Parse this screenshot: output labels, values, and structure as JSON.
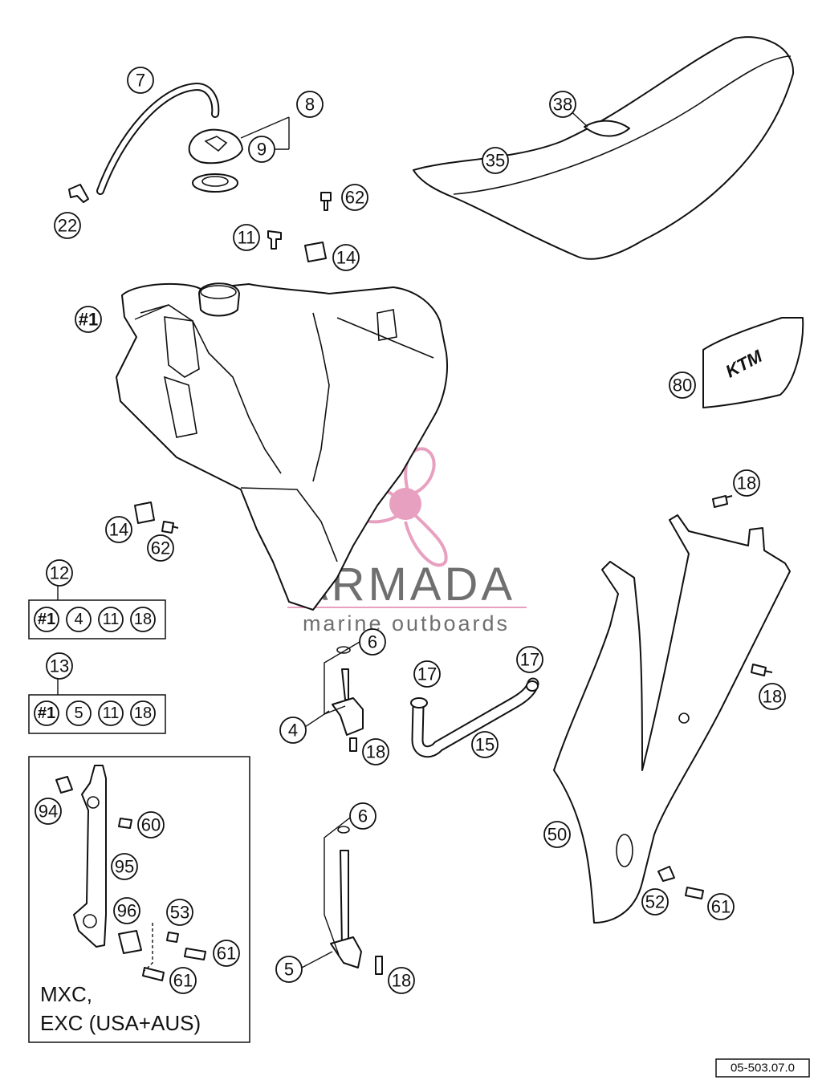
{
  "diagram_code": "05-503.07.0",
  "variant_note": [
    "MXC,",
    "EXC (USA+AUS)"
  ],
  "watermark": {
    "brand": "ARMADA",
    "tagline": "marine outboards",
    "color": "#e8a0c0"
  },
  "seat_logo": "KTM",
  "kits": [
    {
      "id": "12",
      "contents": [
        "#1",
        "4",
        "11",
        "18"
      ]
    },
    {
      "id": "13",
      "contents": [
        "#1",
        "5",
        "11",
        "18"
      ]
    }
  ],
  "callouts": {
    "c7": "7",
    "c8": "8",
    "c9": "9",
    "c22": "22",
    "c38": "38",
    "c35": "35",
    "c62a": "62",
    "c11": "11",
    "c14a": "14",
    "c1": "#1",
    "c80": "80",
    "c14b": "14",
    "c62b": "62",
    "c18a": "18",
    "c6a": "6",
    "c17a": "17",
    "c17b": "17",
    "c18b": "18",
    "c4": "4",
    "c15": "15",
    "c18c": "18",
    "c94": "94",
    "c60": "60",
    "c95": "95",
    "c6b": "6",
    "c50": "50",
    "c96": "96",
    "c53": "53",
    "c61a": "61",
    "c61b": "61",
    "c5": "5",
    "c18d": "18",
    "c52": "52",
    "c61c": "61"
  }
}
